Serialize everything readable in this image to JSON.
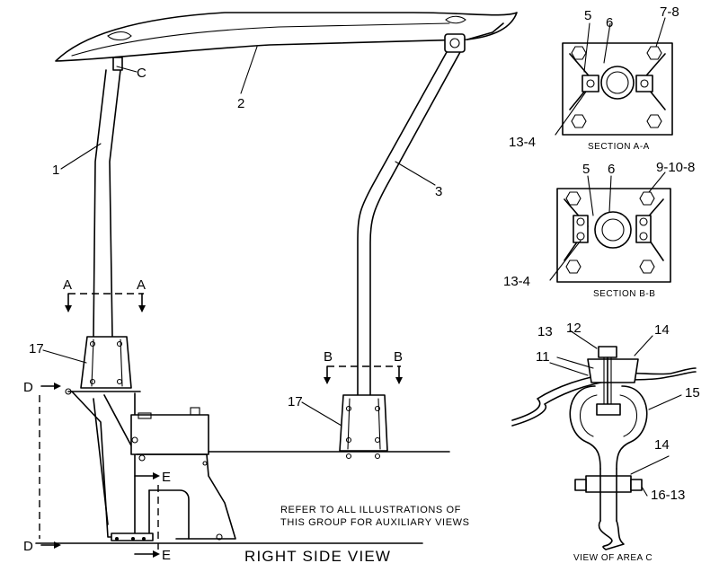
{
  "labels": {
    "l1": "1",
    "l2": "2",
    "l3": "3",
    "lC": "C",
    "l17a": "17",
    "l17b": "17",
    "lA1": "A",
    "lA2": "A",
    "lB1": "B",
    "lB2": "B",
    "lD1": "D",
    "lD2": "D",
    "lE1": "E",
    "lE2": "E",
    "sa_5": "5",
    "sa_6": "6",
    "sa_78": "7-8",
    "sa_134": "13-4",
    "sb_5": "5",
    "sb_6": "6",
    "sb_9108": "9-10-8",
    "sb_134": "13-4",
    "c_13": "13",
    "c_12": "12",
    "c_14a": "14",
    "c_11": "11",
    "c_15": "15",
    "c_14b": "14",
    "c_1613": "16-13"
  },
  "captions": {
    "section_aa": "SECTION A-A",
    "section_bb": "SECTION B-B",
    "view_area_c": "VIEW OF AREA C",
    "main_view": "RIGHT SIDE VIEW"
  },
  "note": {
    "line1": "REFER TO ALL ILLUSTRATIONS OF",
    "line2": "THIS GROUP FOR AUXILIARY VIEWS"
  }
}
